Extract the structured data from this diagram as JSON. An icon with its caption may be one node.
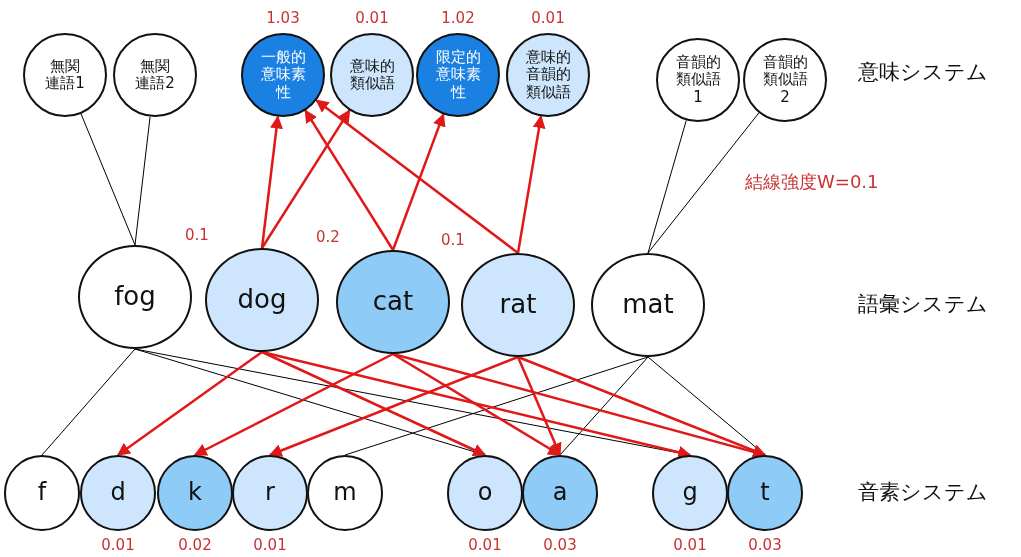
{
  "diagram": {
    "nodes": [
      {
        "text": [
          "無関連語1"
        ]
      },
      {
        "text": [
          "無関連語2"
        ]
      },
      {
        "text": [
          "一般的意味素性"
        ],
        "beside": [
          "1.03"
        ]
      },
      {
        "text": [
          "意味的類似語"
        ],
        "beside": [
          "0.01"
        ]
      },
      {
        "text": [
          "限定的意味素性"
        ],
        "beside": [
          "1.02"
        ]
      },
      {
        "text": [
          "意味的音韻的類似語"
        ],
        "beside": [
          "0.01"
        ]
      },
      {
        "text": [
          "音韻的類似語1"
        ]
      },
      {
        "text": [
          "音韻的類似語2"
        ]
      },
      {
        "text": [
          "fog"
        ]
      },
      {
        "text": [
          "dog"
        ],
        "beside": [
          "0.1"
        ]
      },
      {
        "text": [
          "cat"
        ],
        "beside": [
          "0.2"
        ]
      },
      {
        "text": [
          "rat"
        ],
        "beside": [
          "0.1"
        ]
      },
      {
        "text": [
          "mat"
        ]
      },
      {
        "text": [
          "f"
        ]
      },
      {
        "text": [
          "d"
        ],
        "beside": [
          "0.01"
        ]
      },
      {
        "text": [
          "k"
        ],
        "beside": [
          "0.02"
        ]
      },
      {
        "text": [
          "r"
        ],
        "beside": [
          "0.01"
        ]
      },
      {
        "text": [
          "m"
        ]
      },
      {
        "text": [
          "o"
        ],
        "beside": [
          "0.01"
        ]
      },
      {
        "text": [
          "a"
        ],
        "beside": [
          "0.03"
        ]
      },
      {
        "text": [
          "g"
        ],
        "beside": [
          "0.01"
        ]
      },
      {
        "text": [
          "t"
        ],
        "beside": [
          "0.03"
        ]
      }
    ],
    "edges": [
      {
        "from": 8,
        "to": 0,
        "arrow": "none",
        "color": "#000000"
      },
      {
        "from": 8,
        "to": 1,
        "arrow": "none",
        "color": "#000000"
      },
      {
        "from": 12,
        "to": 6,
        "arrow": "none",
        "color": "#000000"
      },
      {
        "from": 12,
        "to": 7,
        "arrow": "none",
        "color": "#000000"
      },
      {
        "from": 9,
        "to": 2,
        "arrow": "to"
      },
      {
        "from": 9,
        "to": 3,
        "arrow": "to"
      },
      {
        "from": 10,
        "to": 2,
        "arrow": "to"
      },
      {
        "from": 10,
        "to": 4,
        "arrow": "to"
      },
      {
        "from": 11,
        "to": 2,
        "arrow": "to"
      },
      {
        "from": 11,
        "to": 5,
        "arrow": "to"
      },
      {
        "from": 8,
        "to": 13,
        "arrow": "none",
        "color": "#000000"
      },
      {
        "from": 8,
        "to": 18,
        "arrow": "none",
        "color": "#000000"
      },
      {
        "from": 8,
        "to": 20,
        "arrow": "none",
        "color": "#000000"
      },
      {
        "from": 12,
        "to": 17,
        "arrow": "none",
        "color": "#000000"
      },
      {
        "from": 12,
        "to": 19,
        "arrow": "none",
        "color": "#000000"
      },
      {
        "from": 12,
        "to": 21,
        "arrow": "none",
        "color": "#000000"
      },
      {
        "from": 9,
        "to": 14,
        "arrow": "to"
      },
      {
        "from": 9,
        "to": 18,
        "arrow": "to"
      },
      {
        "from": 9,
        "to": 20,
        "arrow": "to"
      },
      {
        "from": 10,
        "to": 15,
        "arrow": "to"
      },
      {
        "from": 10,
        "to": 19,
        "arrow": "to"
      },
      {
        "from": 10,
        "to": 21,
        "arrow": "to"
      },
      {
        "from": 11,
        "to": 16,
        "arrow": "to"
      },
      {
        "from": 11,
        "to": 19,
        "arrow": "to"
      },
      {
        "from": 11,
        "to": 21,
        "arrow": "to"
      }
    ],
    "labels": [
      "意味システム",
      "結線強度W=0.1",
      "語彙システム",
      "音素システム"
    ]
  }
}
